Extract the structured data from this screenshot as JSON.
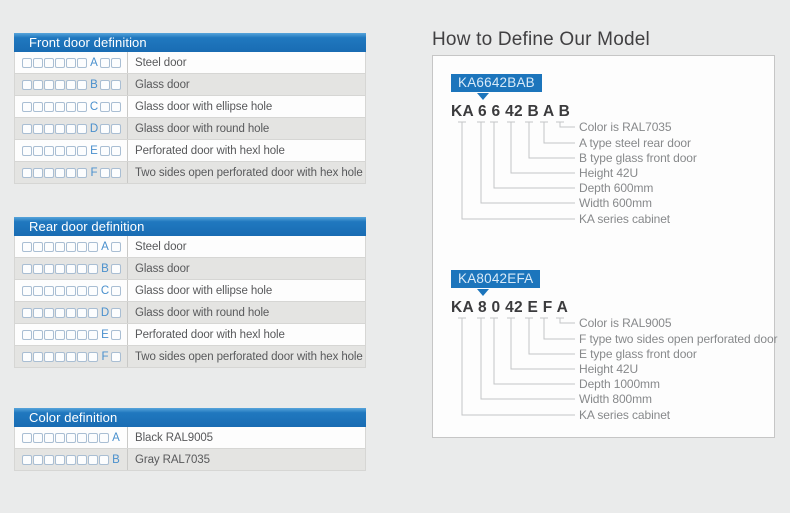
{
  "page": {
    "title": "How to Define Our Model"
  },
  "colors": {
    "accent_blue": "#1c75bc",
    "header_blue": "#1e72b8",
    "code_letter_blue": "#4a90cd",
    "label_gray": "#87898b"
  },
  "tables": {
    "front": {
      "title": "Front door definition",
      "rows": [
        {
          "letter": "A",
          "desc": "Steel door"
        },
        {
          "letter": "B",
          "desc": "Glass door"
        },
        {
          "letter": "C",
          "desc": "Glass door with ellipse hole"
        },
        {
          "letter": "D",
          "desc": "Glass door with round hole"
        },
        {
          "letter": "E",
          "desc": "Perforated door with hexl hole"
        },
        {
          "letter": "F",
          "desc": "Two sides open perforated door with hex hole"
        }
      ]
    },
    "rear": {
      "title": "Rear door definition",
      "rows": [
        {
          "letter": "A",
          "desc": "Steel door"
        },
        {
          "letter": "B",
          "desc": "Glass door"
        },
        {
          "letter": "C",
          "desc": "Glass door with ellipse hole"
        },
        {
          "letter": "D",
          "desc": "Glass door with round hole"
        },
        {
          "letter": "E",
          "desc": "Perforated door with hexl hole"
        },
        {
          "letter": "F",
          "desc": "Two sides open perforated door with hex hole"
        }
      ]
    },
    "color": {
      "title": "Color definition",
      "rows": [
        {
          "letter": "A",
          "desc": "Black RAL9005"
        },
        {
          "letter": "B",
          "desc": "Gray RAL7035"
        }
      ]
    }
  },
  "models": [
    {
      "badge": "KA6642BAB",
      "code_display": "KA 6 6 42 B A B",
      "labels": [
        "Color is RAL7035",
        "A type steel rear door",
        "B type glass front door",
        "Height 42U",
        "Depth 600mm",
        "Width 600mm",
        "KA series cabinet"
      ]
    },
    {
      "badge": "KA8042EFA",
      "code_display": "KA 8 0 42 E F A",
      "labels": [
        "Color is RAL9005",
        "F type two sides open perforated door",
        "E type glass front door",
        "Height 42U",
        "Depth 1000mm",
        "Width 800mm",
        "KA series cabinet"
      ]
    }
  ]
}
